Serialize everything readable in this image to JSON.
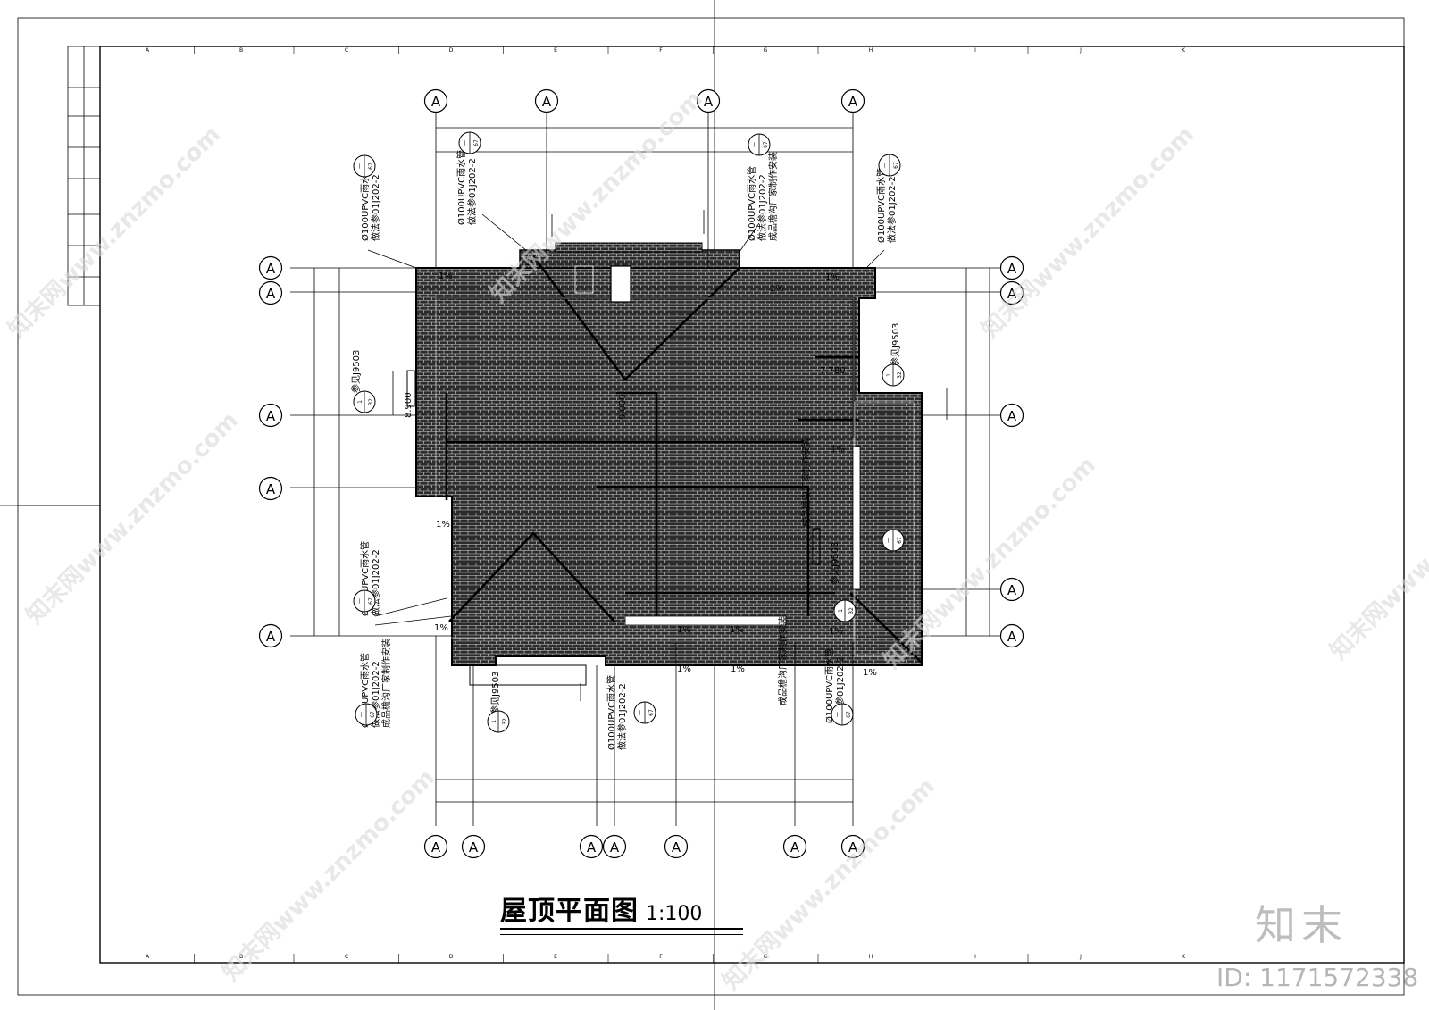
{
  "title": {
    "main": "屋顶平面图",
    "scale": "1:100"
  },
  "axis_label": "A",
  "grid_letters": [
    "A",
    "B",
    "C",
    "D",
    "E",
    "F",
    "G",
    "H",
    "I",
    "J",
    "K"
  ],
  "annotations": {
    "drainpipe": "Ø100UPVC雨水管",
    "drainpipe_ref": "做法参01J202-2",
    "manufacturer_note": "成品檐沟厂家制作安装",
    "detail_ref": "参见J9503",
    "detail_num": "1",
    "detail_sheet": "32",
    "drain_num": "一",
    "drain_sheet": "67"
  },
  "slopes": [
    "1%"
  ],
  "elevations": [
    "7.780",
    "8.900",
    "9.000"
  ],
  "watermarks": {
    "site": "知末网www.znzmo.com",
    "brand": "知末",
    "id": "ID: 1171572338"
  },
  "colors": {
    "line": "#000000",
    "watermark": "#d0d0d0",
    "background": "#ffffff"
  }
}
